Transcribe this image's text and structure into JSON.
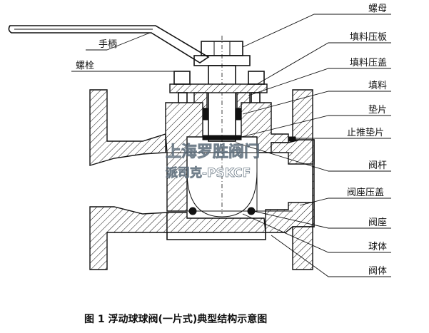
{
  "labels": {
    "luomu": "螺母",
    "shoubing": "手柄",
    "luoshuan": "螺栓",
    "tianliao_yaban": "填料压板",
    "tianliao_yagai": "填料压盖",
    "tianliao": "填料",
    "dianpian": "垫片",
    "zhitui_dianpian": "止推垫片",
    "fagan": "阀杆",
    "fazuo_yagai": "阀座压盖",
    "fazuo": "阀座",
    "qiuti": "球体",
    "fati": "阀体"
  },
  "caption": "图 1   浮动球球阀(一片式)典型结构示意图",
  "watermark": {
    "line1": "上海罗胜阀门",
    "line2": "派司克-PSKCF"
  }
}
